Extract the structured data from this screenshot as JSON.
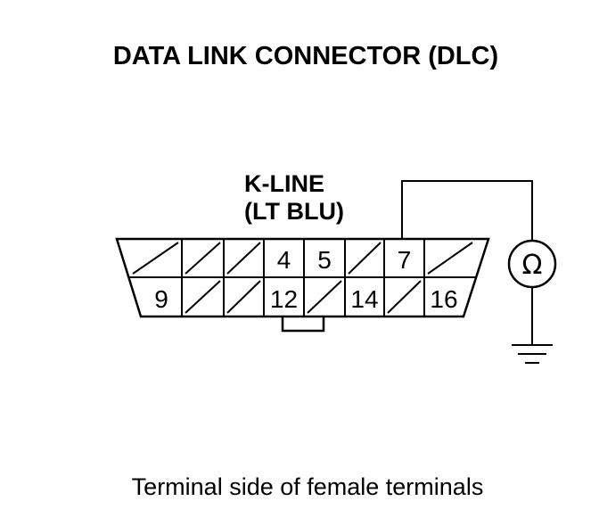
{
  "title": "DATA LINK CONNECTOR (DLC)",
  "wire": {
    "name": "K-LINE",
    "color": "(LT BLU)"
  },
  "connector": {
    "top_row": [
      "",
      "",
      "",
      "4",
      "5",
      "",
      "7",
      ""
    ],
    "bottom_row": [
      "9",
      "",
      "",
      "12",
      "",
      "14",
      "",
      "16"
    ],
    "hatched_top": [
      true,
      true,
      true,
      false,
      false,
      true,
      false,
      true
    ],
    "hatched_bottom": [
      false,
      true,
      true,
      false,
      true,
      false,
      true,
      false
    ]
  },
  "meter": {
    "symbol": "Ω",
    "icon": "ohmmeter-icon"
  },
  "ground": {
    "icon": "ground-icon"
  },
  "caption": "Terminal side of female terminals"
}
